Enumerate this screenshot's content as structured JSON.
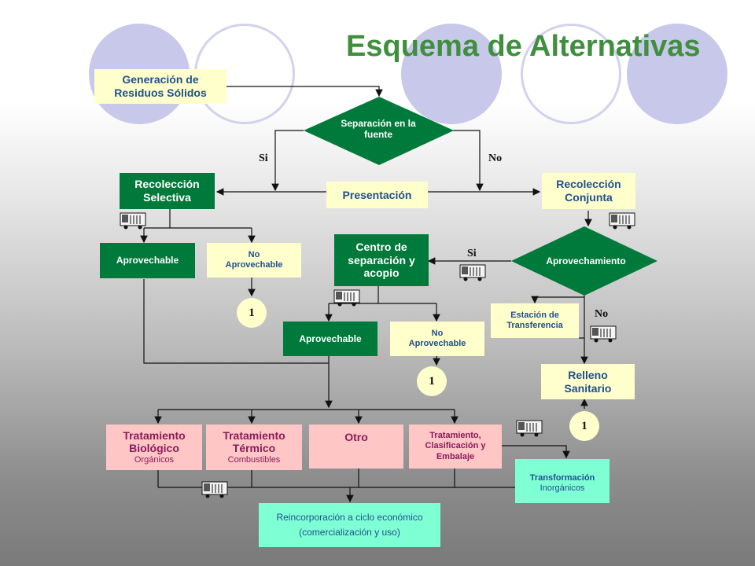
{
  "title": "Esquema de Alternativas",
  "nodes": {
    "generacion": "Generación de Residuos Sólidos",
    "separacion": "Separación en la fuente",
    "presentacion": "Presentación",
    "recoleccion_selectiva": "Recolección Selectiva",
    "recoleccion_conjunta": "Recolección Conjunta",
    "aprovechable_1": "Aprovechable",
    "no_aprovechable_1": "No Aprovechable",
    "centro": "Centro de separación y acopio",
    "aprovechamiento": "Aprovechamiento",
    "aprovechable_2": "Aprovechable",
    "no_aprovechable_2": "No Aprovechable",
    "estacion": "Estación de Transferencia",
    "relleno": "Relleno Sanitario",
    "trat_biologico": "Tratamiento Biológico",
    "trat_biologico_sub": "Orgánicos",
    "trat_termico": "Tratamiento Térmico",
    "trat_termico_sub": "Combustibles",
    "otro": "Otro",
    "trat_clasificacion": "Tratamiento, Clasificación y Embalaje",
    "transformacion": "Transformación",
    "transformacion_sub": "Inorgánicos",
    "reincorporacion": "Reincorporación a ciclo económico (comercialización y uso)"
  },
  "labels": {
    "si_1": "Si",
    "no_1": "No",
    "si_2": "Si",
    "no_2": "No"
  },
  "refs": {
    "ref_1": "1",
    "ref_2": "1",
    "ref_3": "1"
  },
  "icons": [
    "truck-icon"
  ],
  "colors": {
    "title": "#3f8f3f",
    "yellow_box": "#ffffcc",
    "green_box": "#007a3a",
    "pink_box": "#ffc6c6",
    "teal_box": "#7fffd4",
    "circles": "#c8c8ea"
  }
}
